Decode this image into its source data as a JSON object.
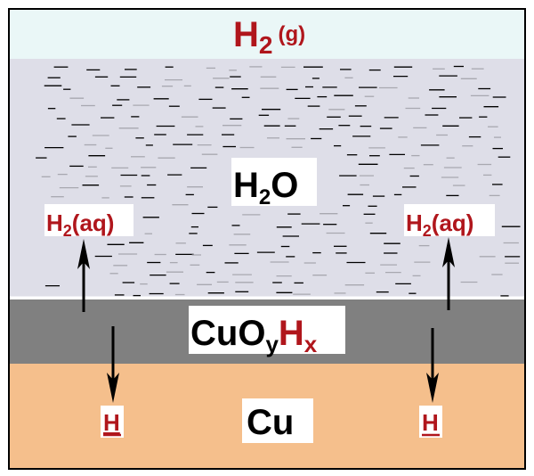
{
  "layers": {
    "gas": {
      "main": "H",
      "sub": "2",
      "suffix": "(g)"
    },
    "water": {
      "main": "H",
      "sub": "2",
      "suffix": "O"
    },
    "oxide": {
      "a": "CuO",
      "sub1": "y",
      "b": "H",
      "sub2": "x"
    },
    "metal": {
      "label": "Cu"
    }
  },
  "species": {
    "aq_left": {
      "main": "H",
      "sub": "2",
      "suffix": "(aq)"
    },
    "aq_right": {
      "main": "H",
      "sub": "2",
      "suffix": "(aq)"
    },
    "h_left": "H",
    "h_right": "H"
  },
  "colors": {
    "gas": "#eaf7f7",
    "water": "#dedee8",
    "oxide": "#808080",
    "metal": "#f5bf8c",
    "red": "#b0161c",
    "black": "#000000"
  }
}
